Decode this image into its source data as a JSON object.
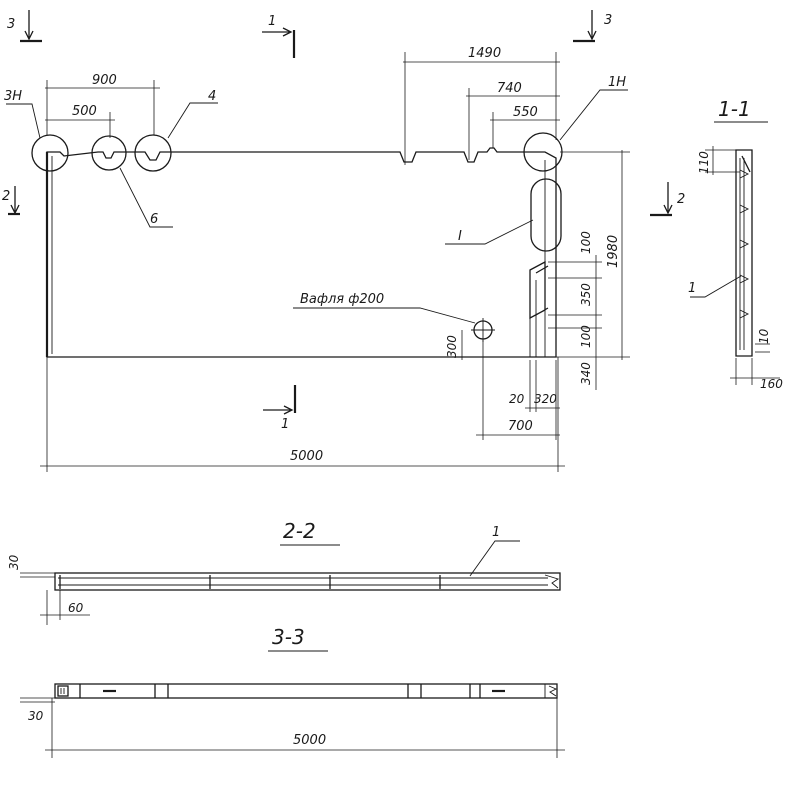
{
  "plan": {
    "dims": {
      "d1490": "1490",
      "d740": "740",
      "d550": "550",
      "d900": "900",
      "d500": "500",
      "d1980": "1980",
      "d100a": "100",
      "d350": "350",
      "d100b": "100",
      "d340": "340",
      "d300": "300",
      "d20": "20",
      "d320": "320",
      "d700": "700",
      "d5000": "5000"
    },
    "callouts": {
      "c3n": "3Н",
      "c1n": "1Н",
      "c4": "4",
      "c6": "6",
      "cI": "I"
    },
    "waffle_label": "Вафля ф200",
    "section_marks": {
      "s1_top": "1",
      "s1_bottom": "1",
      "s3_left": "3",
      "s3_right": "3",
      "s2_left": "2",
      "s2_right": "2"
    }
  },
  "section_1_1": {
    "title": "1-1",
    "dims": {
      "d110": "110",
      "d10": "10",
      "d160": "160"
    },
    "callout": "1"
  },
  "section_2_2": {
    "title": "2-2",
    "dims": {
      "d30": "30",
      "d60": "60"
    },
    "callout": "1"
  },
  "section_3_3": {
    "title": "3-3",
    "dims": {
      "d30": "30",
      "d5000": "5000"
    }
  }
}
